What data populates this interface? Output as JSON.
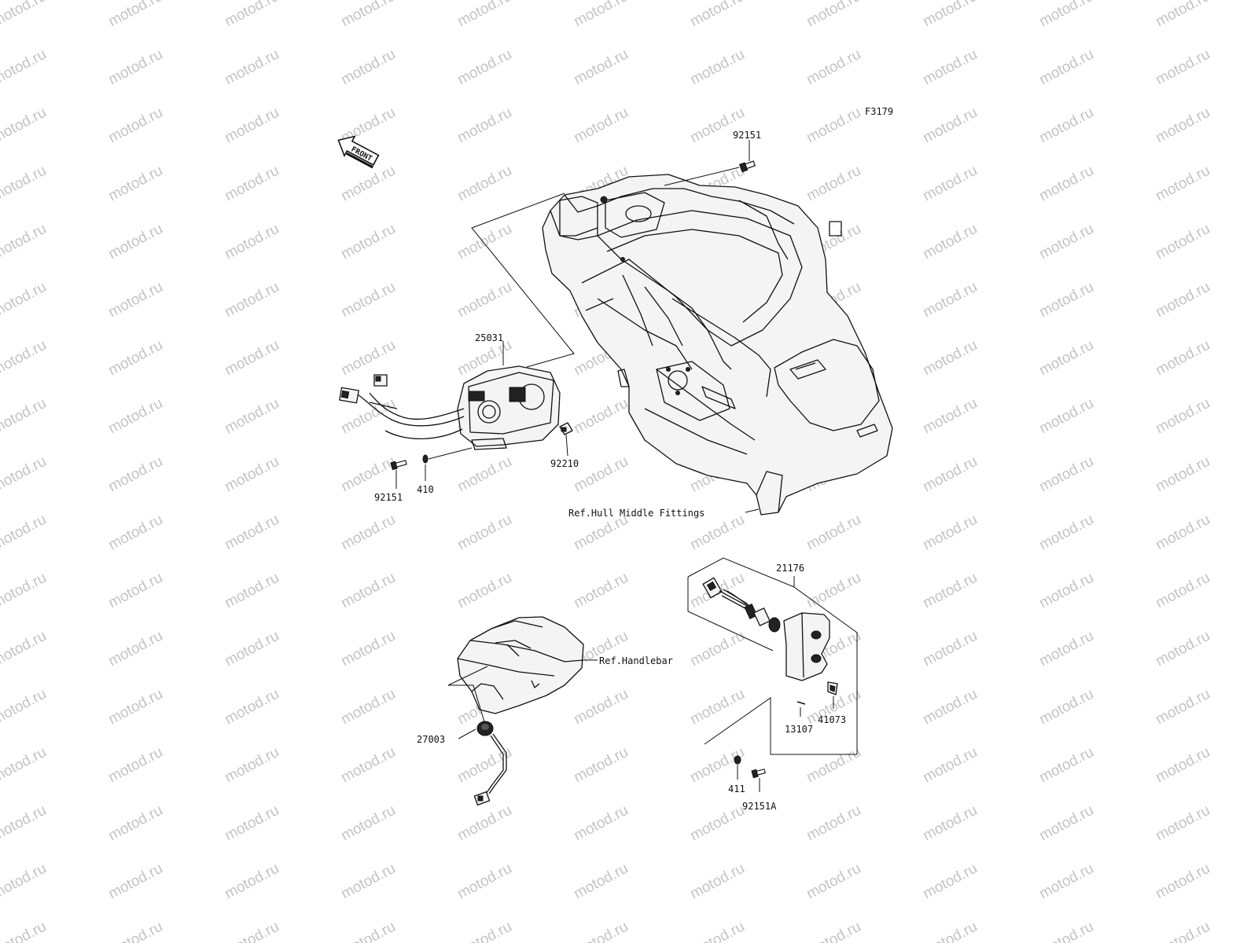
{
  "watermark": "motod.ru",
  "figure_code": "F3179",
  "front_label": "FRONT",
  "callouts": {
    "bolt_top": "92151",
    "meter": "25031",
    "clip": "92210",
    "bolt_left": "92151",
    "washer_left": "410",
    "hull_ref": "Ref.Hull Middle Fittings",
    "cable": "21176",
    "handlebar_ref": "Ref.Handlebar",
    "switch": "27003",
    "pin": "13107",
    "retainer": "41073",
    "washer_bottom": "411",
    "bolt_bottom": "92151A"
  }
}
